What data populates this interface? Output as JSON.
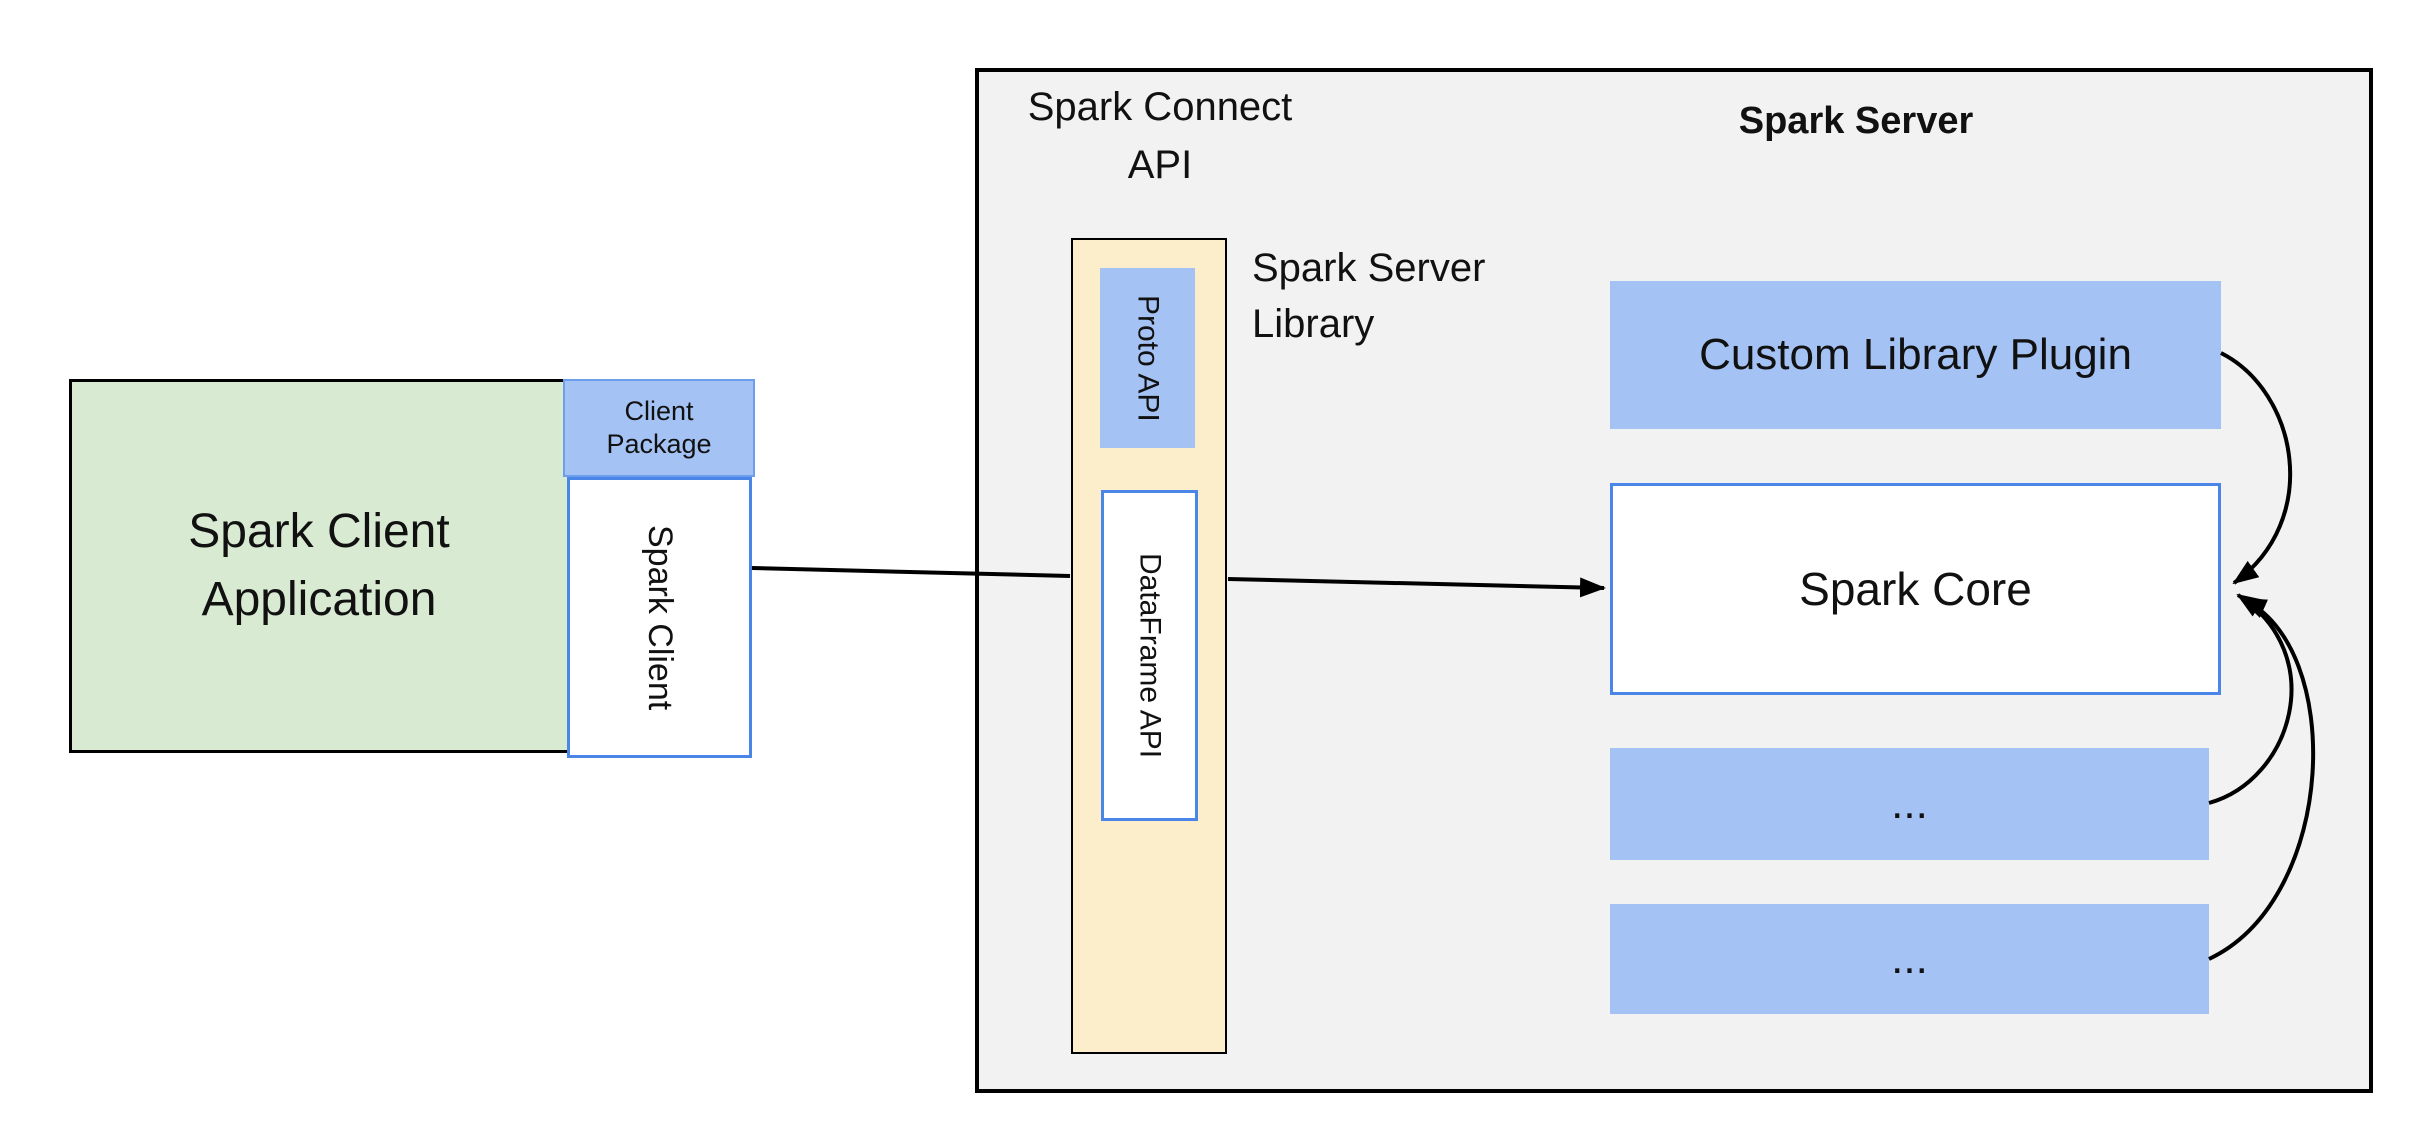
{
  "colors": {
    "page_bg": "#ffffff",
    "blue_fill": "#a4c2f4",
    "blue_border": "#4a86e8",
    "blue_mid_border": "#6d9eeb",
    "green_fill": "#d9ead3",
    "green_border": "#000000",
    "yellow_fill": "#fdeecb",
    "yellow_border": "#000000",
    "gray_fill": "#f2f2f2",
    "gray_border": "#000000",
    "arrow": "#000000"
  },
  "client": {
    "application_label": "Spark Client\nApplication",
    "package_label": "Client\nPackage",
    "spark_client_label": "Spark Client"
  },
  "connect": {
    "api_title": "Spark Connect\nAPI",
    "proto_api_label": "Proto API",
    "dataframe_api_label": "DataFrame API",
    "server_library_label": "Spark Server\nLibrary"
  },
  "server": {
    "title": "Spark Server",
    "custom_plugin_label": "Custom Library Plugin",
    "core_label": "Spark Core",
    "ellipsis_1": "...",
    "ellipsis_2": "..."
  }
}
